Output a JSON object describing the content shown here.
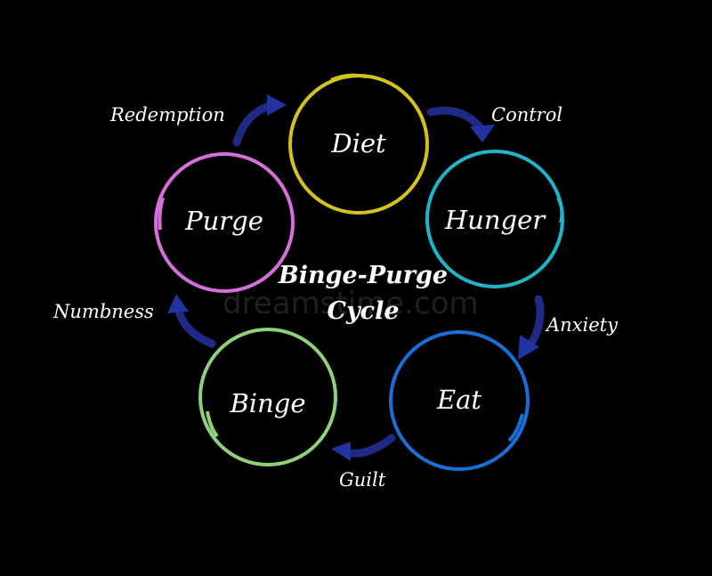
{
  "title_lines": [
    "Binge-Purge",
    "Cycle"
  ],
  "watermark": "dreamstime.com",
  "nodes": [
    {
      "id": "diet",
      "label": "Diet",
      "color": "#d4c21e"
    },
    {
      "id": "hunger",
      "label": "Hunger",
      "color": "#1fb5c9"
    },
    {
      "id": "eat",
      "label": "Eat",
      "color": "#1a6fd6"
    },
    {
      "id": "binge",
      "label": "Binge",
      "color": "#8ed17a"
    },
    {
      "id": "purge",
      "label": "Purge",
      "color": "#d66fdc"
    }
  ],
  "edges": [
    {
      "label": "Control",
      "from": "diet",
      "to": "hunger"
    },
    {
      "label": "Anxiety",
      "from": "hunger",
      "to": "eat"
    },
    {
      "label": "Guilt",
      "from": "eat",
      "to": "binge"
    },
    {
      "label": "Numbness",
      "from": "binge",
      "to": "purge"
    },
    {
      "label": "Redemption",
      "from": "purge",
      "to": "diet"
    }
  ],
  "arrow_color": "#1f2a86"
}
